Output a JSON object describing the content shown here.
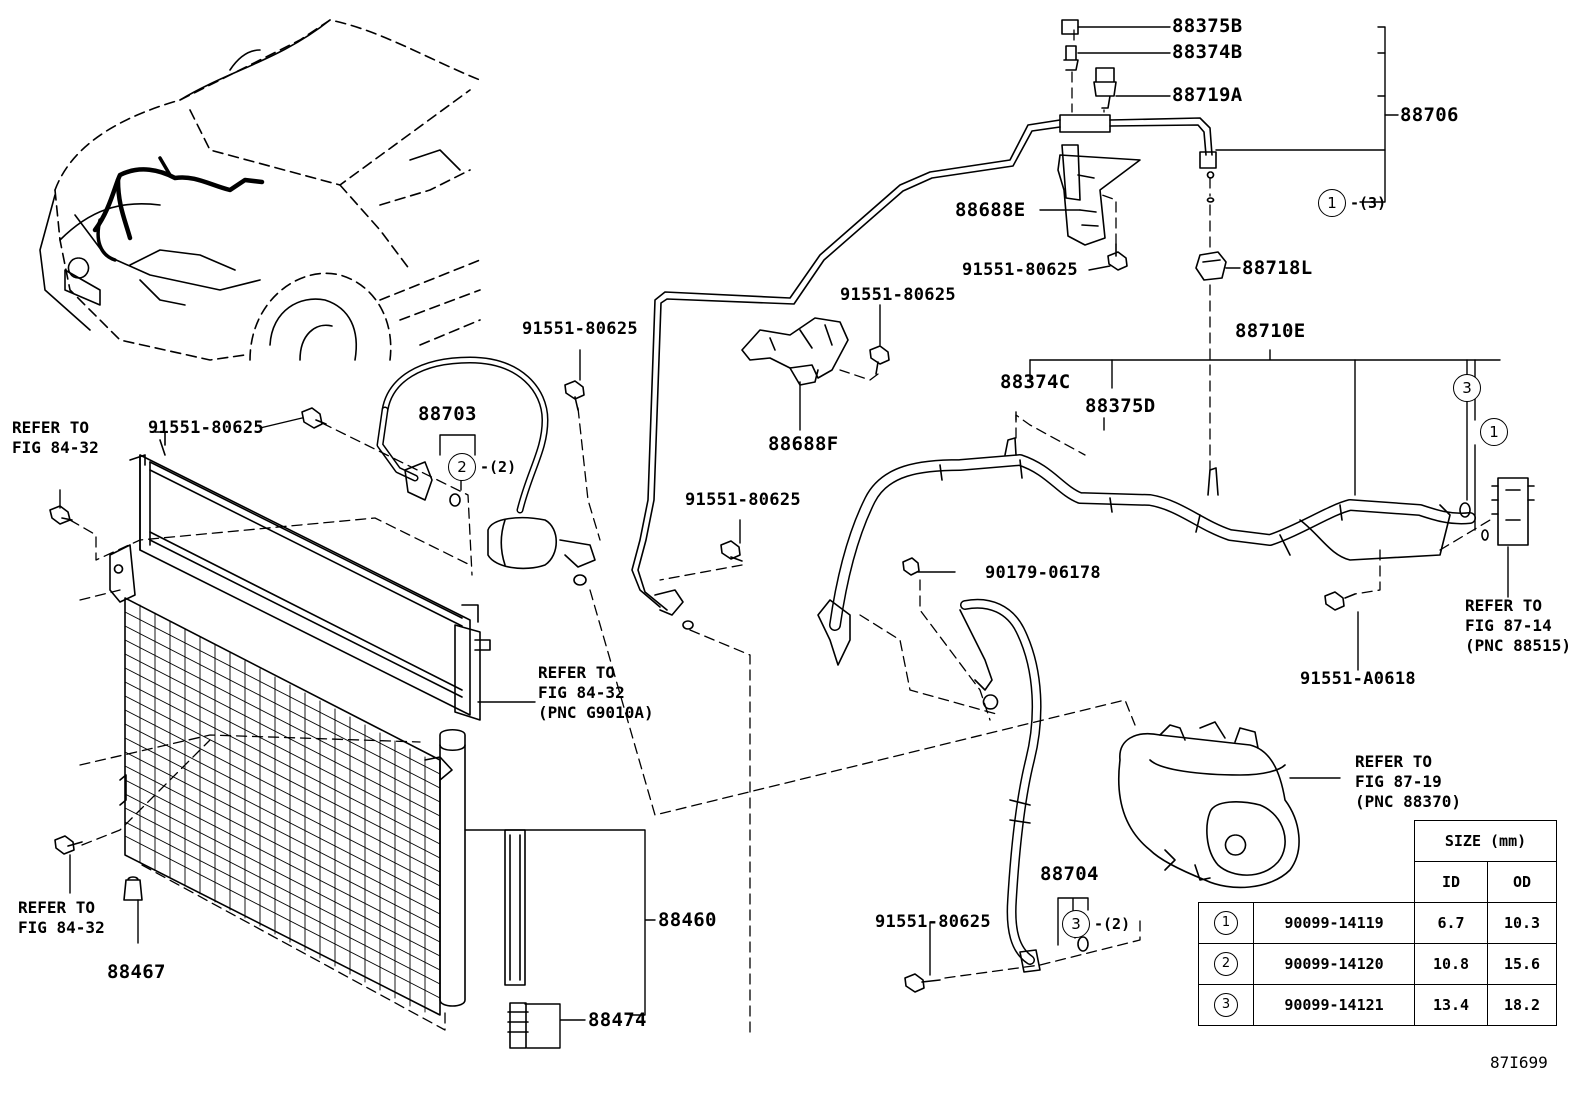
{
  "labels": {
    "p88375B": "88375B",
    "p88374B": "88374B",
    "p88719A": "88719A",
    "p88706": "88706",
    "p88688E": "88688E",
    "p88718L": "88718L",
    "p88710E": "88710E",
    "p88374C": "88374C",
    "p88375D": "88375D",
    "p88688F": "88688F",
    "p88703": "88703",
    "p88704": "88704",
    "p88460": "88460",
    "p88467": "88467",
    "p88474": "88474",
    "b_91551_1": "91551-80625",
    "b_91551_2": "91551-80625",
    "b_91551_3": "91551-80625",
    "b_91551_4": "91551-80625",
    "b_91551_5": "91551-80625",
    "b_91551_6": "91551-80625",
    "n_90179": "90179-06178",
    "b_91551A": "91551-A0618"
  },
  "refs": {
    "ref_fig8432_top": [
      "REFER TO",
      "FIG 84-32"
    ],
    "ref_fig8432_bottom": [
      "REFER TO",
      "FIG 84-32"
    ],
    "ref_g9010a": [
      "REFER TO",
      "FIG 84-32",
      "(PNC G9010A)"
    ],
    "ref_88515": [
      "REFER TO",
      "FIG 87-14",
      "(PNC 88515)"
    ],
    "ref_88370": [
      "REFER TO",
      "FIG 87-19",
      "(PNC 88370)"
    ]
  },
  "callouts": {
    "c1_top": "1",
    "q1_top": "-(3)",
    "c2": "2",
    "q2": "-(2)",
    "c3_hose": "3",
    "q3_hose": "-(2)",
    "c3_side": "3",
    "c1_side": "1"
  },
  "size_table": {
    "header": "SIZE (mm)",
    "col_id": "ID",
    "col_od": "OD",
    "rows": [
      {
        "key": "1",
        "part": "90099-14119",
        "id": "6.7",
        "od": "10.3"
      },
      {
        "key": "2",
        "part": "90099-14120",
        "id": "10.8",
        "od": "15.6"
      },
      {
        "key": "3",
        "part": "90099-14121",
        "id": "13.4",
        "od": "18.2"
      }
    ]
  },
  "figure_code": "87I699"
}
